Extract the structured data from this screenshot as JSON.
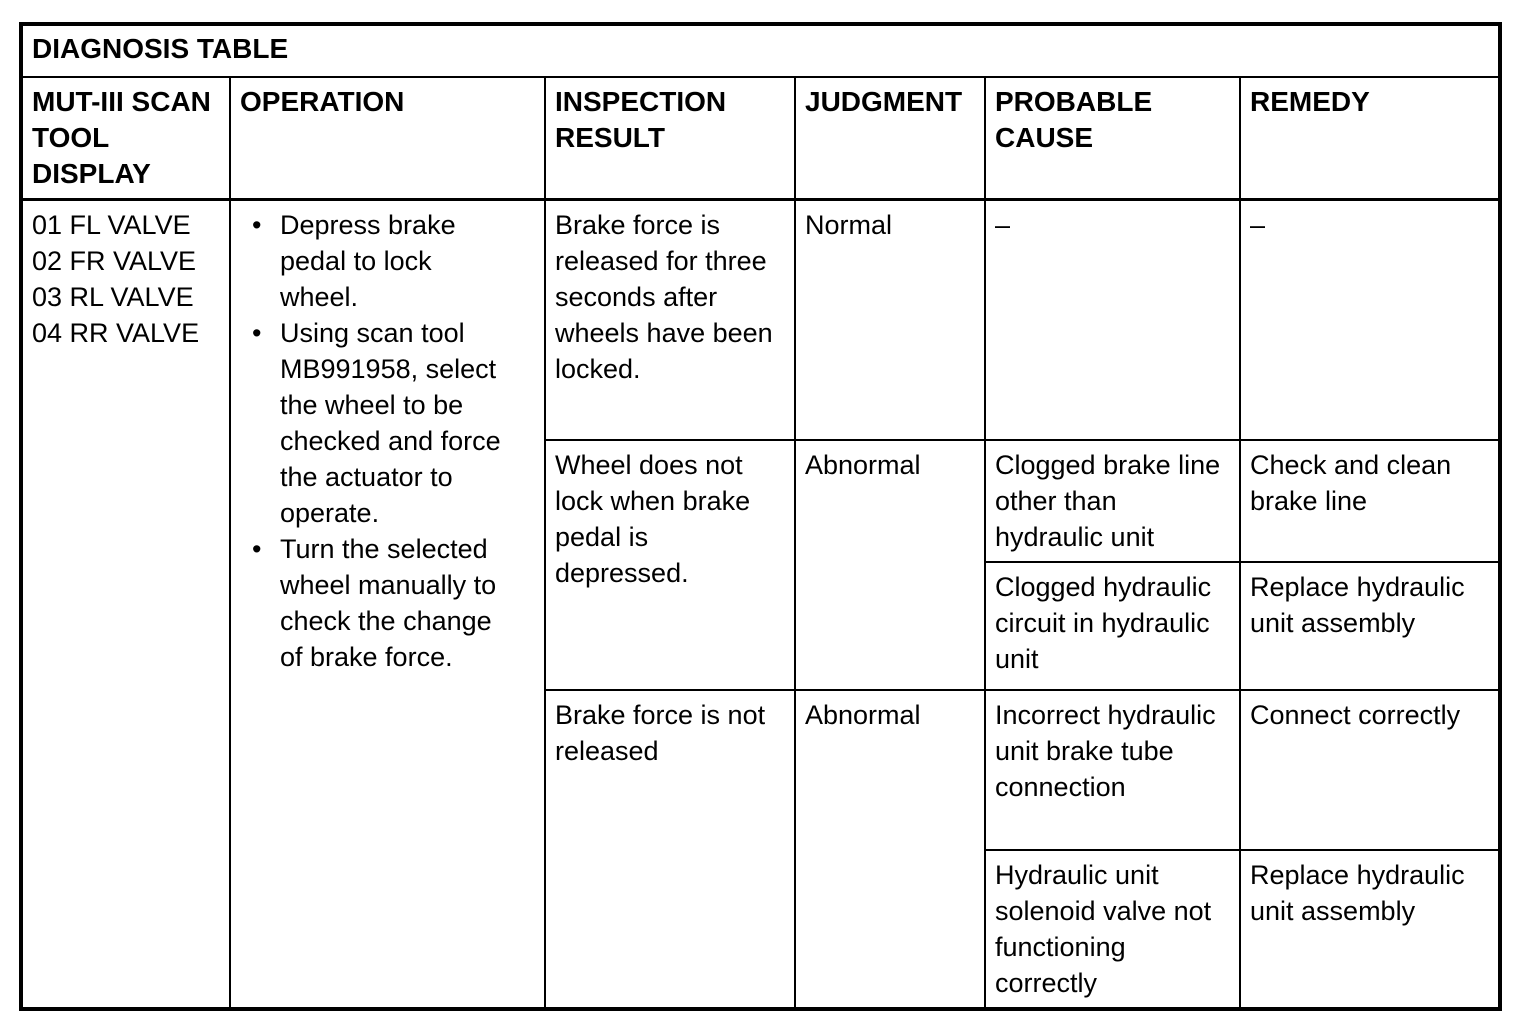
{
  "colors": {
    "text": "#000000",
    "background": "#ffffff",
    "border": "#000000"
  },
  "table": {
    "title": "DIAGNOSIS TABLE",
    "headers": [
      "MUT-III SCAN TOOL DISPLAY",
      "OPERATION",
      "INSPECTION RESULT",
      "JUDGMENT",
      "PROBABLE CAUSE",
      "REMEDY"
    ],
    "scan_tool_display": [
      "01 FL VALVE",
      "02 FR VALVE",
      "03 RL VALVE",
      "04 RR VALVE"
    ],
    "operation_steps": [
      "Depress brake pedal to lock wheel.",
      "Using scan tool MB991958, select the wheel to be checked and force the actuator to operate.",
      "Turn the selected wheel manually to check the change of brake force."
    ],
    "results": [
      {
        "inspection_result": "Brake force is released for three seconds after wheels have been locked.",
        "judgment": "Normal",
        "causes": [
          {
            "probable_cause": "–",
            "remedy": "–"
          }
        ]
      },
      {
        "inspection_result": "Wheel does not lock when brake pedal is depressed.",
        "judgment": "Abnormal",
        "causes": [
          {
            "probable_cause": "Clogged brake line other than hydraulic unit",
            "remedy": "Check and clean brake line"
          },
          {
            "probable_cause": "Clogged hydraulic circuit in hydraulic unit",
            "remedy": "Replace hydraulic unit assembly"
          }
        ]
      },
      {
        "inspection_result": "Brake force is not released",
        "judgment": "Abnormal",
        "causes": [
          {
            "probable_cause": "Incorrect hydraulic unit brake tube connection",
            "remedy": "Connect correctly"
          },
          {
            "probable_cause": "Hydraulic unit solenoid valve not functioning correctly",
            "remedy": "Replace hydraulic unit assembly"
          }
        ]
      }
    ]
  }
}
